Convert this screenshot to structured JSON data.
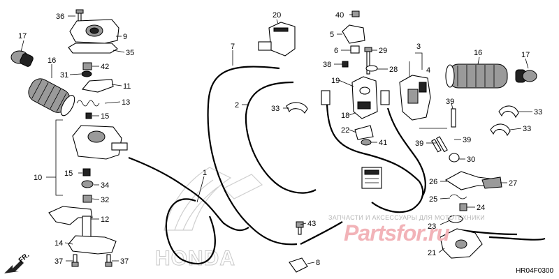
{
  "callouts": [
    "36",
    "9",
    "35",
    "17",
    "16",
    "42",
    "31",
    "11",
    "13",
    "15",
    "10",
    "15",
    "34",
    "32",
    "12",
    "14",
    "37",
    "37",
    "20",
    "7",
    "2",
    "33",
    "1",
    "40",
    "5",
    "6",
    "29",
    "38",
    "28",
    "19",
    "18",
    "22",
    "41",
    "43",
    "8",
    "3",
    "4",
    "16",
    "17",
    "39",
    "33",
    "33",
    "39",
    "39",
    "30",
    "26",
    "27",
    "25",
    "24",
    "23",
    "21"
  ],
  "brand_watermark": "HONDA",
  "watermark_subtitle": "ЗАПЧАСТИ И АКСЕССУАРЫ ДЛЯ МОТОТЕХНИКИ",
  "watermark_site": "Partsfor.ru",
  "direction_label": "FR.",
  "diagram_code": "HR04F0300",
  "colors": {
    "watermark_red": "#f2b3b8",
    "watermark_gray": "#b8b8b8"
  }
}
